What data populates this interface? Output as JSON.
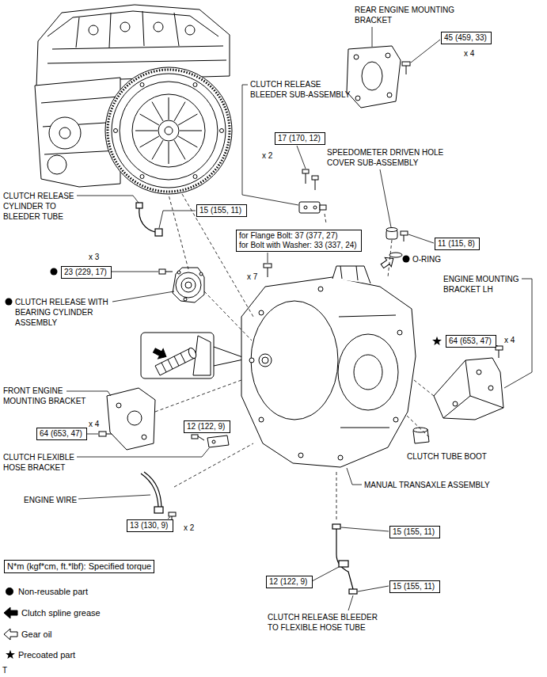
{
  "diagram": {
    "nodes": [
      {
        "text": [
          "45 (459, 33)"
        ]
      },
      {
        "text": [
          "17 (170, 12)"
        ]
      },
      {
        "text": [
          "15 (155, 11)"
        ]
      },
      {
        "text": [
          "for Flange Bolt: 37 (377, 27)",
          "for Bolt with Washer: 33 (337, 24)"
        ]
      },
      {
        "text": [
          "11 (115, 8)"
        ]
      },
      {
        "text": [
          "23 (229, 17)"
        ]
      },
      {
        "text": [
          "64 (653, 47)"
        ]
      },
      {
        "text": [
          "64 (653, 47)"
        ]
      },
      {
        "text": [
          "12 (122, 9)"
        ]
      },
      {
        "text": [
          "13 (130, 9)"
        ]
      },
      {
        "text": [
          "15 (155, 11)"
        ]
      },
      {
        "text": [
          "12 (122, 9)"
        ]
      },
      {
        "text": [
          "15 (155, 11)"
        ]
      }
    ],
    "labels": [
      "REAR ENGINE MOUNTING BRACKET",
      "x 4",
      "CLUTCH RELEASE BLEEDER SUB-ASSEMBLY",
      "SPEEDOMETER DRIVEN HOLE COVER SUB-ASSEMBLY",
      "x 2",
      "CLUTCH RELEASE CYLINDER TO BLEEDER TUBE",
      "x 3",
      "CLUTCH RELEASE WITH BEARING CYLINDER ASSEMBLY",
      "x 7",
      "O-RING",
      "ENGINE MOUNTING BRACKET LH",
      "x 4",
      "FRONT ENGINE MOUNTING BRACKET",
      "x 4",
      "CLUTCH FLEXIBLE HOSE BRACKET",
      "CLUTCH TUBE BOOT",
      "MANUAL TRANSAXLE ASSEMBLY",
      "ENGINE WIRE",
      "x 2",
      "CLUTCH RELEASE BLEEDER TO FLEXIBLE HOSE TUBE",
      "T"
    ],
    "legend": [
      {
        "text": "N*m (kgf*cm, ft.*lbf): Specified torque"
      },
      {
        "text": "Non-reusable part"
      },
      {
        "text": "Clutch spline grease"
      },
      {
        "text": "Gear oil"
      },
      {
        "text": "Precoated part"
      }
    ]
  }
}
